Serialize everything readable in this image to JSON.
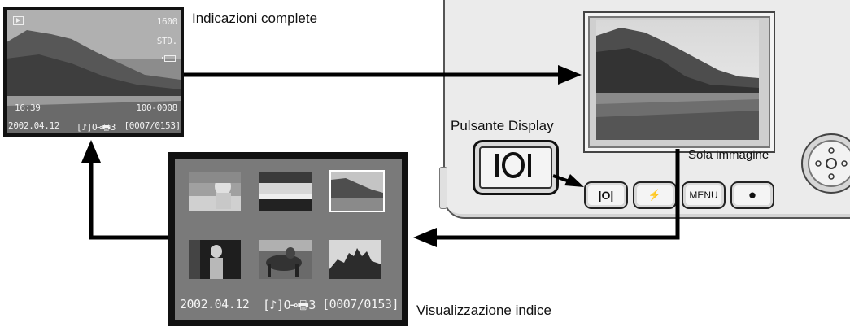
{
  "labels": {
    "full_info": "Indicazioni complete",
    "display_button": "Pulsante Display",
    "image_only": "Sola immagine",
    "index_view": "Visualizzazione indice"
  },
  "full_lcd": {
    "mode_icon": "playback-icon",
    "resolution": "1600",
    "quality": "STD.",
    "battery_icon": "battery-icon",
    "time": "16:39",
    "file_number": "100-0008",
    "date": "2002.04.12",
    "status_icons": "[♪]O⊸🖶3",
    "frame_counter": "[0007/0153]"
  },
  "index_lcd": {
    "date": "2002.04.12",
    "status_icons": "[♪]O⊸🖶3",
    "frame_counter": "[0007/0153]",
    "thumbnails": [
      "woman-on-beach",
      "sunset-horizon",
      "coastal-cliff",
      "woman-portrait",
      "horse-rider",
      "castle-on-hill"
    ],
    "selected_index": 2
  },
  "camera": {
    "display_button_symbol": "|O|",
    "flash_button_symbol": "⚡",
    "menu_button_label": "MENU",
    "record_button_symbol": "●"
  },
  "colors": {
    "lcd_background": "#111111",
    "index_background": "#7a7a7a",
    "camera_body": "#e9e9e9",
    "arrow": "#000000"
  }
}
